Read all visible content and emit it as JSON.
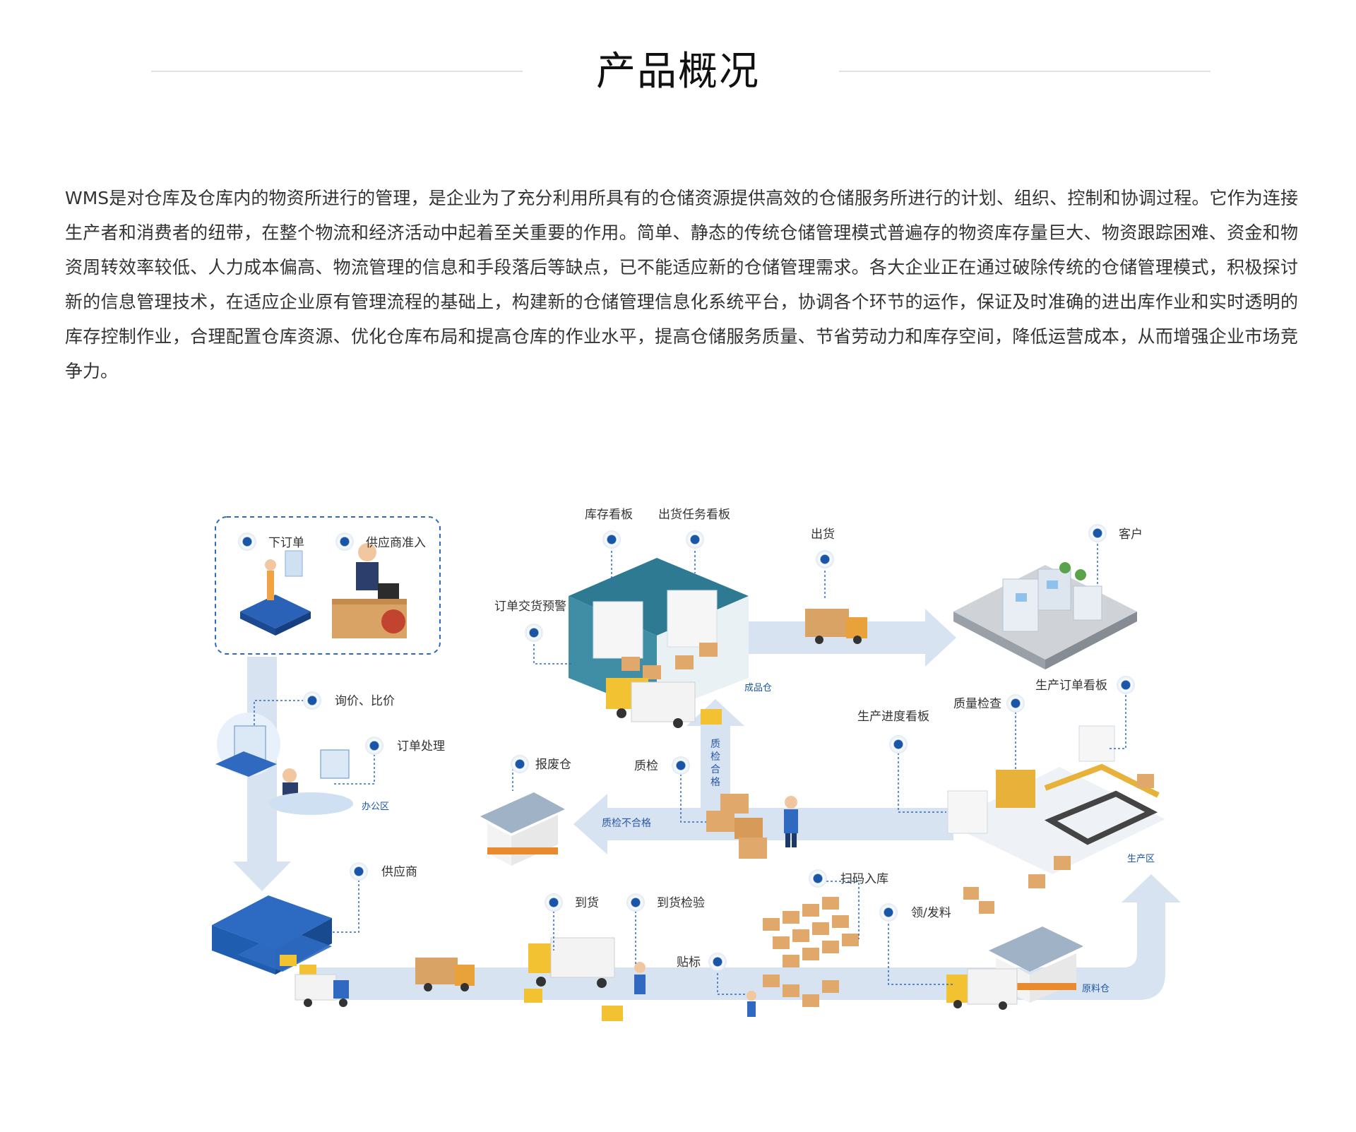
{
  "header": {
    "title": "产品概况"
  },
  "intro": {
    "text": "WMS是对仓库及仓库内的物资所进行的管理，是企业为了充分利用所具有的仓储资源提供高效的仓储服务所进行的计划、组织、控制和协调过程。它作为连接生产者和消费者的纽带，在整个物流和经济活动中起着至关重要的作用。简单、静态的传统仓储管理模式普遍存的物资库存量巨大、物资跟踪困难、资金和物资周转效率较低、人力成本偏高、物流管理的信息和手段落后等缺点，已不能适应新的仓储管理需求。各大企业正在通过破除传统的仓储管理模式，积极探讨新的信息管理技术，在适应企业原有管理流程的基础上，构建新的仓储管理信息化系统平台，协调各个环节的运作，保证及时准确的进出库作业和实时透明的库存控制作业，合理配置仓库资源、优化仓库布局和提高仓库的作业水平，提高仓储服务质量、节省劳动力和库存空间，降低运营成本，从而增强企业市场竞争力。"
  },
  "diagram": {
    "nodes": {
      "order": "下订单",
      "supplier_admit": "供应商准入",
      "inquiry": "询价、比价",
      "order_process": "订单处理",
      "supplier": "供应商",
      "arrival": "到货",
      "arrival_inspect": "到货检验",
      "labeling": "贴标",
      "scan_in": "扫码入库",
      "picking": "领/发料",
      "inventory_board": "库存看板",
      "outbound_board": "出货任务看板",
      "order_delivery": "订单交货预警",
      "shipping": "出货",
      "customer": "客户",
      "scrap_warehouse": "报废仓",
      "qc": "质检",
      "progress_board": "生产进度看板",
      "quality_check": "质量检查",
      "production_board": "生产订单看板"
    },
    "areas": {
      "office": "办公区",
      "finished": "成品仓",
      "production": "生产区",
      "raw": "原料仓"
    },
    "arrows": {
      "qc_fail": "质检不合格",
      "qc_pass": "质检合格"
    }
  },
  "colors": {
    "accent": "#1a56a8",
    "flow": "#d8e3f1",
    "teal_room": "#3f8ea6",
    "box": "#e0a86a",
    "truck_orange": "#e9a13a",
    "container_blue": "#1f5db0"
  }
}
